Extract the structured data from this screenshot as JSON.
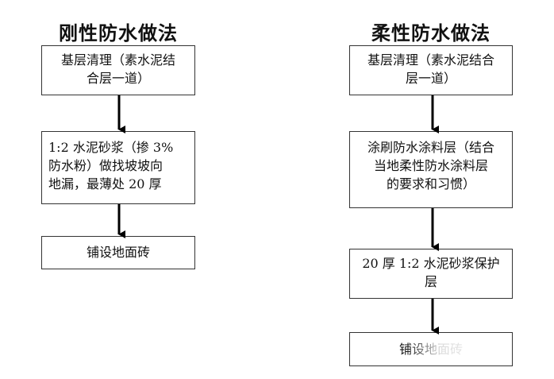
{
  "left_flow": {
    "title": "刚性防水做法",
    "steps": [
      [
        "基层清理（素水泥结",
        "合层一道）"
      ],
      [
        "1:2 水泥砂浆（掺 3%",
        "防水粉）做找坡坡向",
        "地漏，最薄处 20 厚"
      ],
      [
        "铺设地面砖"
      ]
    ]
  },
  "right_flow": {
    "title": "柔性防水做法",
    "steps": [
      [
        "基层清理（素水泥结合",
        "层一道）"
      ],
      [
        "涂刷防水涂料层（结合",
        "当地柔性防水涂料层",
        "的要求和习惯）"
      ],
      [
        "20 厚 1:2 水泥砂浆保护",
        "层"
      ],
      [
        "铺设地面砖"
      ]
    ]
  },
  "colors": {
    "border": "#333333",
    "arrow": "#000000",
    "text": "#111111"
  }
}
